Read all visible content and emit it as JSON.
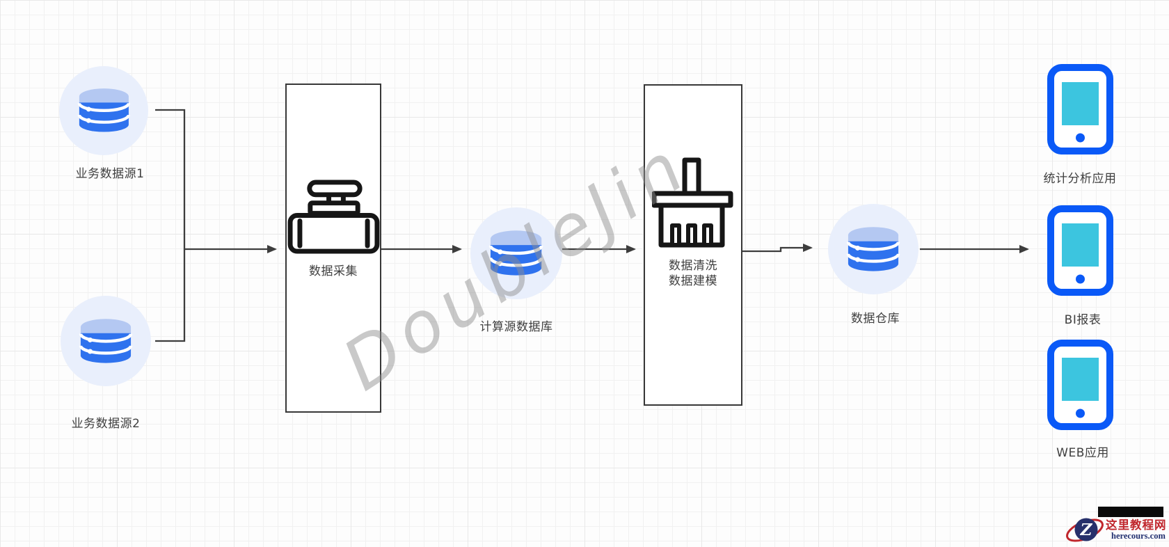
{
  "watermark": {
    "text": "DoubleJin"
  },
  "nodes": {
    "source1": {
      "label": "业务数据源1",
      "type": "database"
    },
    "source2": {
      "label": "业务数据源2",
      "type": "database"
    },
    "collect": {
      "label": "数据采集",
      "type": "process",
      "icon": "valve-icon"
    },
    "compute_db": {
      "label": "计算源数据库",
      "type": "database"
    },
    "clean": {
      "label_line1": "数据清洗",
      "label_line2": "数据建模",
      "type": "process",
      "icon": "broom-icon"
    },
    "warehouse": {
      "label": "数据仓库",
      "type": "database"
    },
    "stat_app": {
      "label": "统计分析应用",
      "type": "tablet-app"
    },
    "bi_report": {
      "label": "BI报表",
      "type": "tablet-app"
    },
    "web_app": {
      "label": "WEB应用",
      "type": "tablet-app"
    }
  },
  "edges": [
    {
      "from": "source1",
      "to": "collect"
    },
    {
      "from": "source2",
      "to": "collect"
    },
    {
      "from": "collect",
      "to": "compute_db"
    },
    {
      "from": "compute_db",
      "to": "clean"
    },
    {
      "from": "clean",
      "to": "warehouse"
    },
    {
      "from": "warehouse",
      "to": "bi_report"
    }
  ],
  "branding": {
    "site_name": "这里教程网",
    "site_domain": "herecours.com",
    "logo_letter": "Z"
  },
  "colors": {
    "db-blue": "#2f72ee",
    "db-light": "#b4c8f2",
    "halo": "#e9effc",
    "tablet-blue": "#0a59f7",
    "screen-cyan": "#3cc5df",
    "ink": "#161616",
    "line": "#3d3d3d",
    "label": "#3f3f3f",
    "watermark": "#8f8f8f",
    "brand-red": "#c0272d",
    "brand-navy": "#223070"
  }
}
